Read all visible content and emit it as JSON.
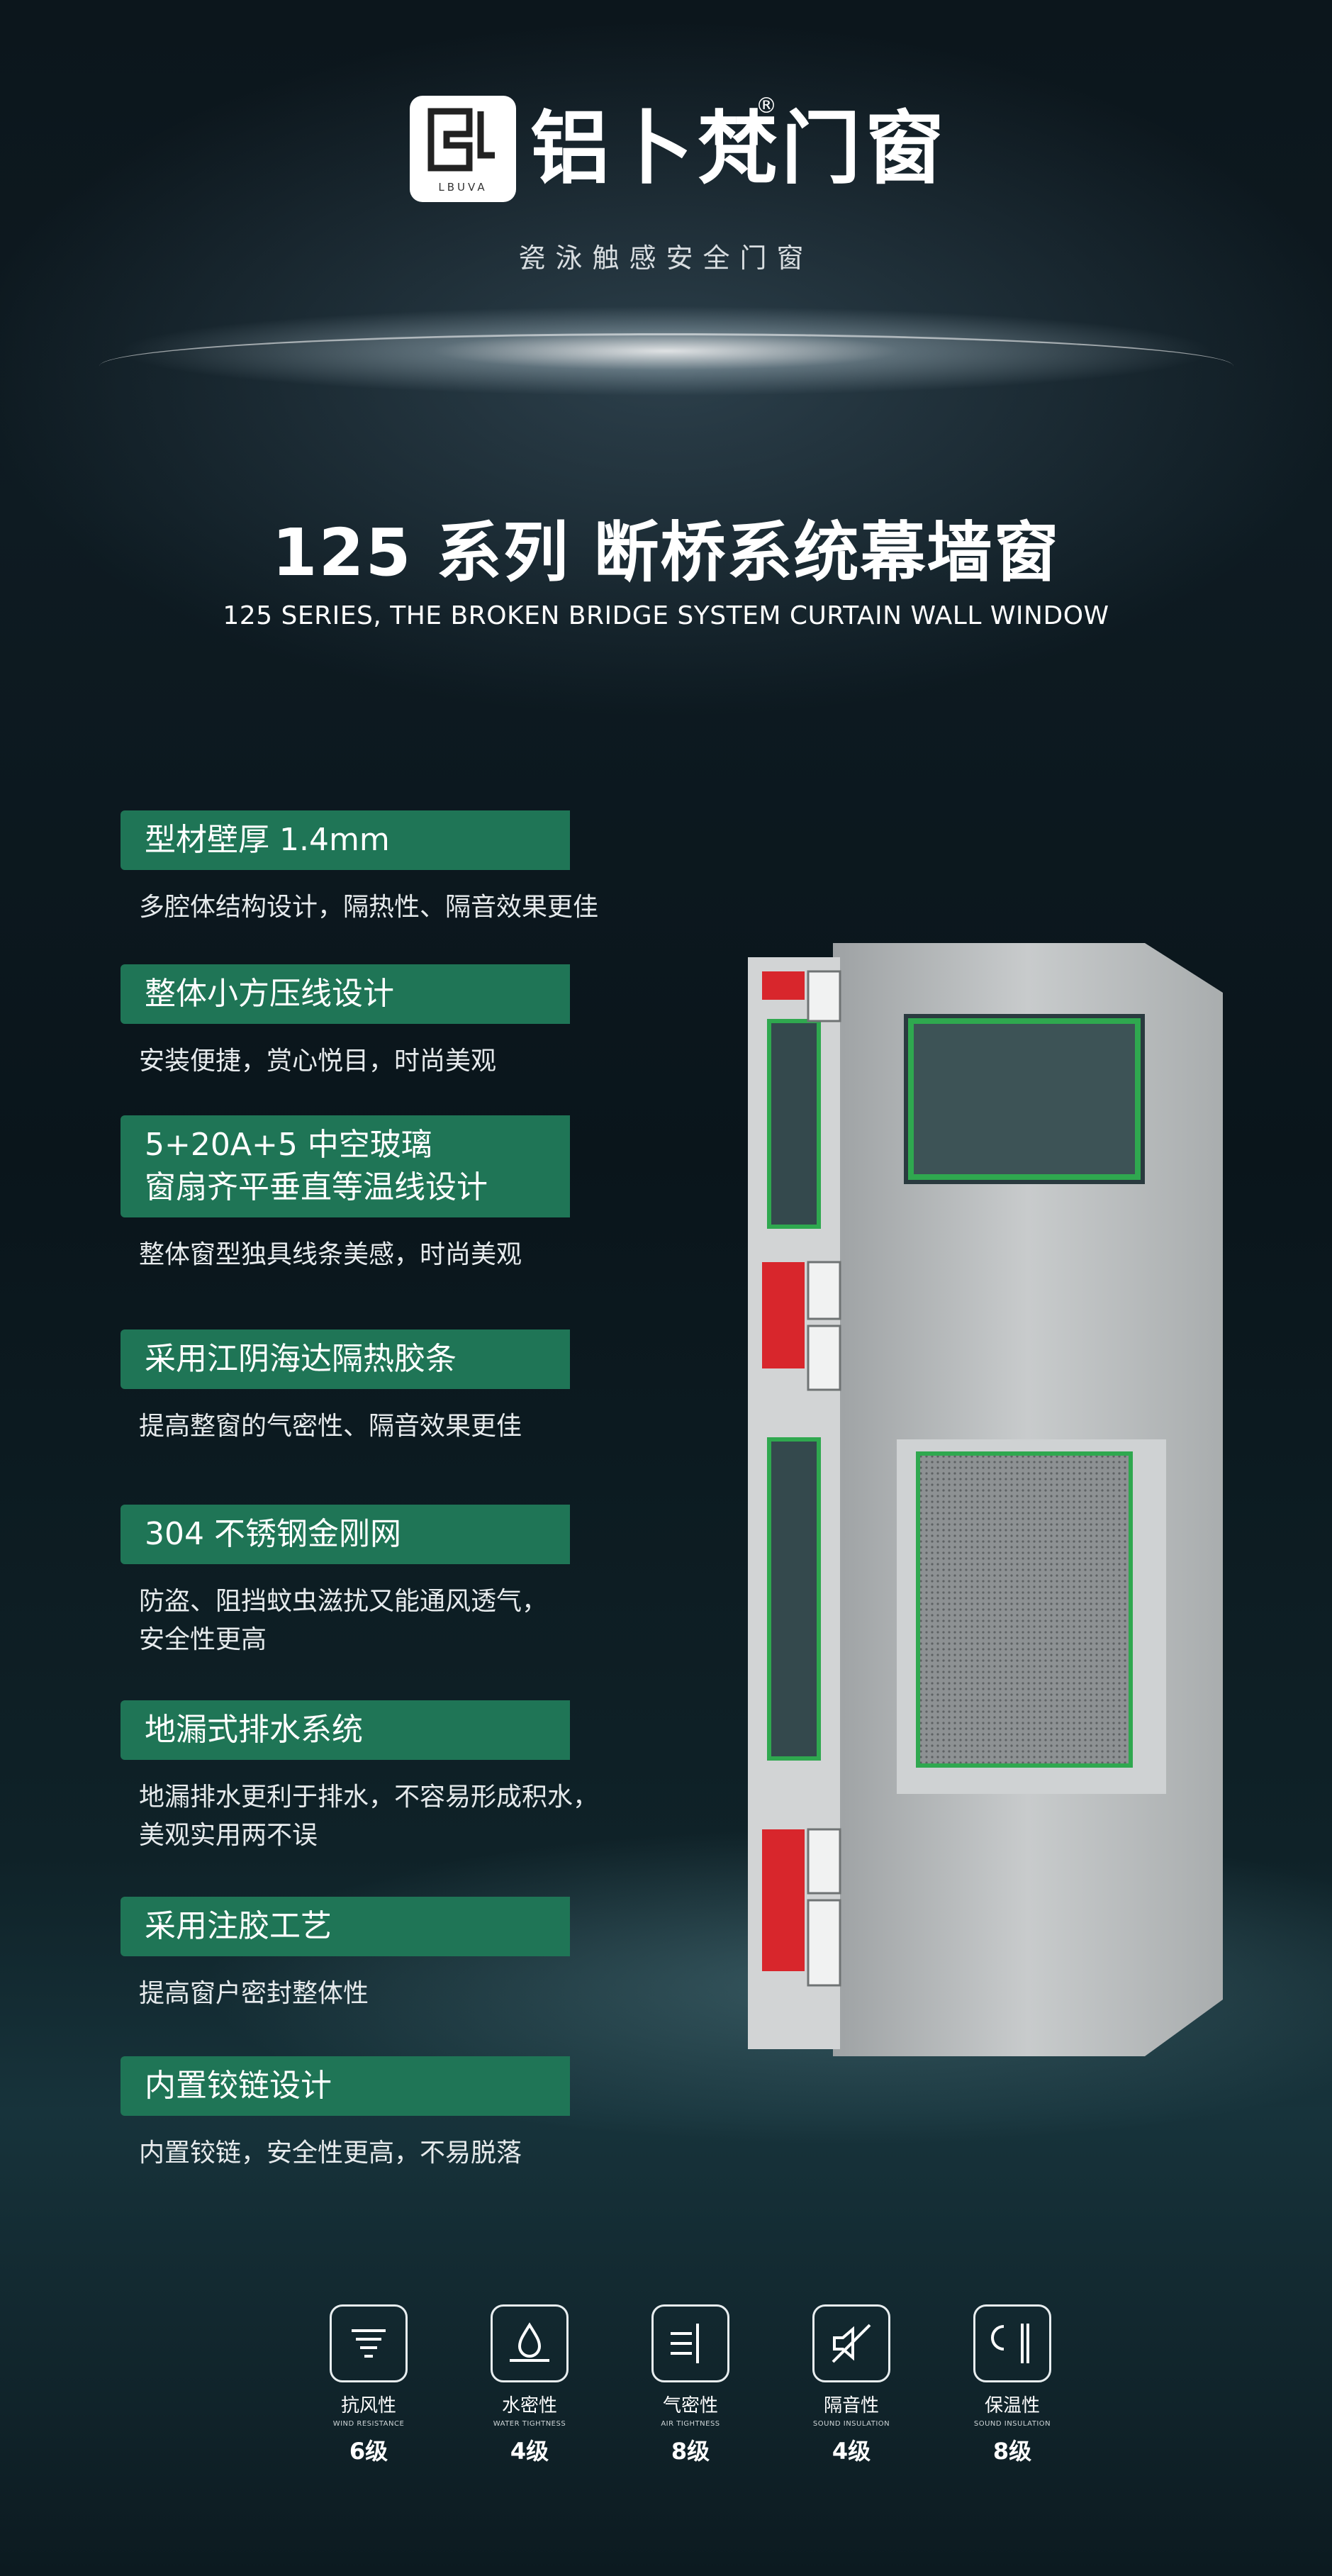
{
  "brand": {
    "name": "铝卜梵门窗",
    "logo_sub": "LBUVA",
    "registered_mark": "®",
    "tagline": "瓷泳触感安全门窗"
  },
  "headline": {
    "title": "125 系列 断桥系统幕墙窗",
    "subtitle": "125 SERIES, THE BROKEN BRIDGE SYSTEM CURTAIN WALL WINDOW"
  },
  "features": [
    {
      "title_lines": [
        "型材壁厚 1.4mm"
      ],
      "desc_lines": [
        "多腔体结构设计，隔热性、隔音效果更佳"
      ]
    },
    {
      "title_lines": [
        "整体小方压线设计"
      ],
      "desc_lines": [
        "安装便捷，赏心悦目，时尚美观"
      ]
    },
    {
      "title_lines": [
        "5+20A+5 中空玻璃",
        "窗扇齐平垂直等温线设计"
      ],
      "desc_lines": [
        "整体窗型独具线条美感，时尚美观"
      ]
    },
    {
      "title_lines": [
        "采用江阴海达隔热胶条"
      ],
      "desc_lines": [
        "提高整窗的气密性、隔音效果更佳"
      ]
    },
    {
      "title_lines": [
        "304 不锈钢金刚网"
      ],
      "desc_lines": [
        "防盗、阻挡蚊虫滋扰又能通风透气，",
        "安全性更高"
      ]
    },
    {
      "title_lines": [
        "地漏式排水系统"
      ],
      "desc_lines": [
        "地漏排水更利于排水，不容易形成积水，",
        "美观实用两不误"
      ]
    },
    {
      "title_lines": [
        "采用注胶工艺"
      ],
      "desc_lines": [
        "提高窗户密封整体性"
      ]
    },
    {
      "title_lines": [
        "内置铰链设计"
      ],
      "desc_lines": [
        "内置铰链，安全性更高，不易脱落"
      ]
    }
  ],
  "specs": [
    {
      "icon": "wind-icon",
      "zh": "抗风性",
      "en": "WIND RESISTANCE",
      "level": "6级"
    },
    {
      "icon": "water-icon",
      "zh": "水密性",
      "en": "WATER TIGHTNESS",
      "level": "4级"
    },
    {
      "icon": "air-icon",
      "zh": "气密性",
      "en": "AIR TIGHTNESS",
      "level": "8级"
    },
    {
      "icon": "sound-icon",
      "zh": "隔音性",
      "en": "SOUND INSULATION",
      "level": "4级"
    },
    {
      "icon": "thermal-icon",
      "zh": "保温性",
      "en": "SOUND INSULATION",
      "level": "8级"
    }
  ],
  "colors": {
    "tag_green": "#1f7556",
    "background": "#0b1419",
    "profile_gray": "#b9bcbd",
    "gasket_red": "#d8262c",
    "glass_green": "#2fa84f"
  }
}
